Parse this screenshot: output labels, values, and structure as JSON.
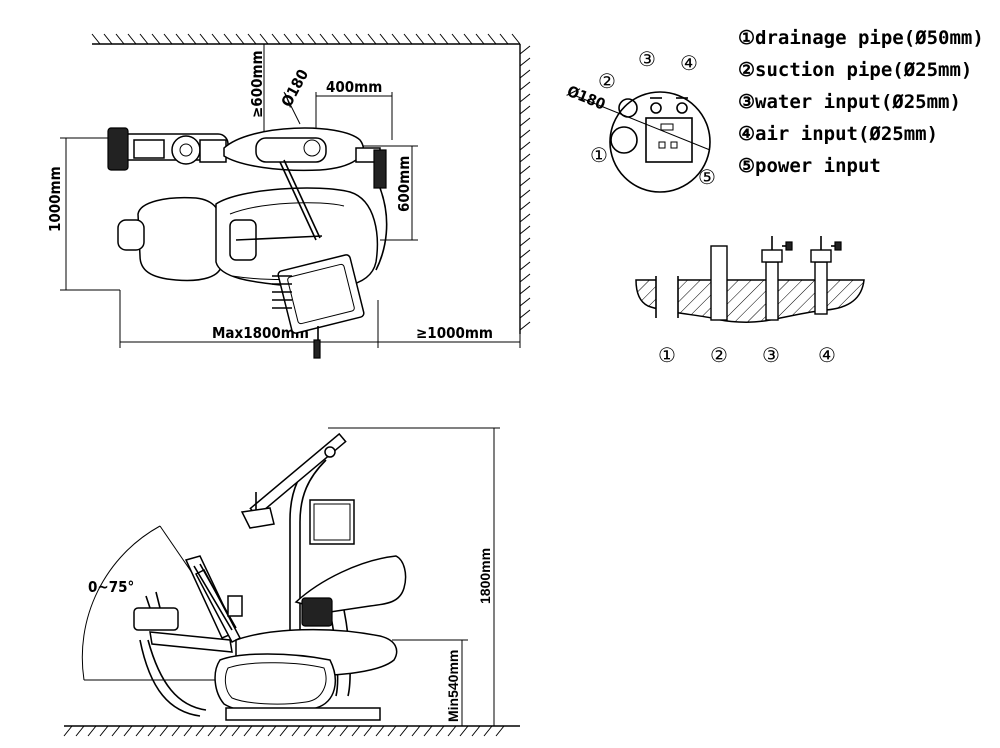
{
  "plan_view": {
    "dims": {
      "depth": "1000mm",
      "clear_front": "≥600mm",
      "arc_dia": "Ø180",
      "box_width": "400mm",
      "box_depth": "600mm",
      "max_length": "Max1800mm",
      "clear_right": "≥1000mm"
    }
  },
  "floor_box": {
    "dia": "Ø180",
    "markers": [
      "①",
      "②",
      "③",
      "④",
      "⑤"
    ]
  },
  "legend": [
    "①drainage pipe(Ø50mm)",
    "②suction pipe(Ø25mm)",
    "③water input(Ø25mm)",
    "④air input(Ø25mm)",
    "⑤power input"
  ],
  "section_view": {
    "labels": [
      "①",
      "②",
      "③",
      "④"
    ]
  },
  "side_view": {
    "dims": {
      "angle": "0~75°",
      "height": "1800mm",
      "seat_height": "Min540mm"
    }
  }
}
